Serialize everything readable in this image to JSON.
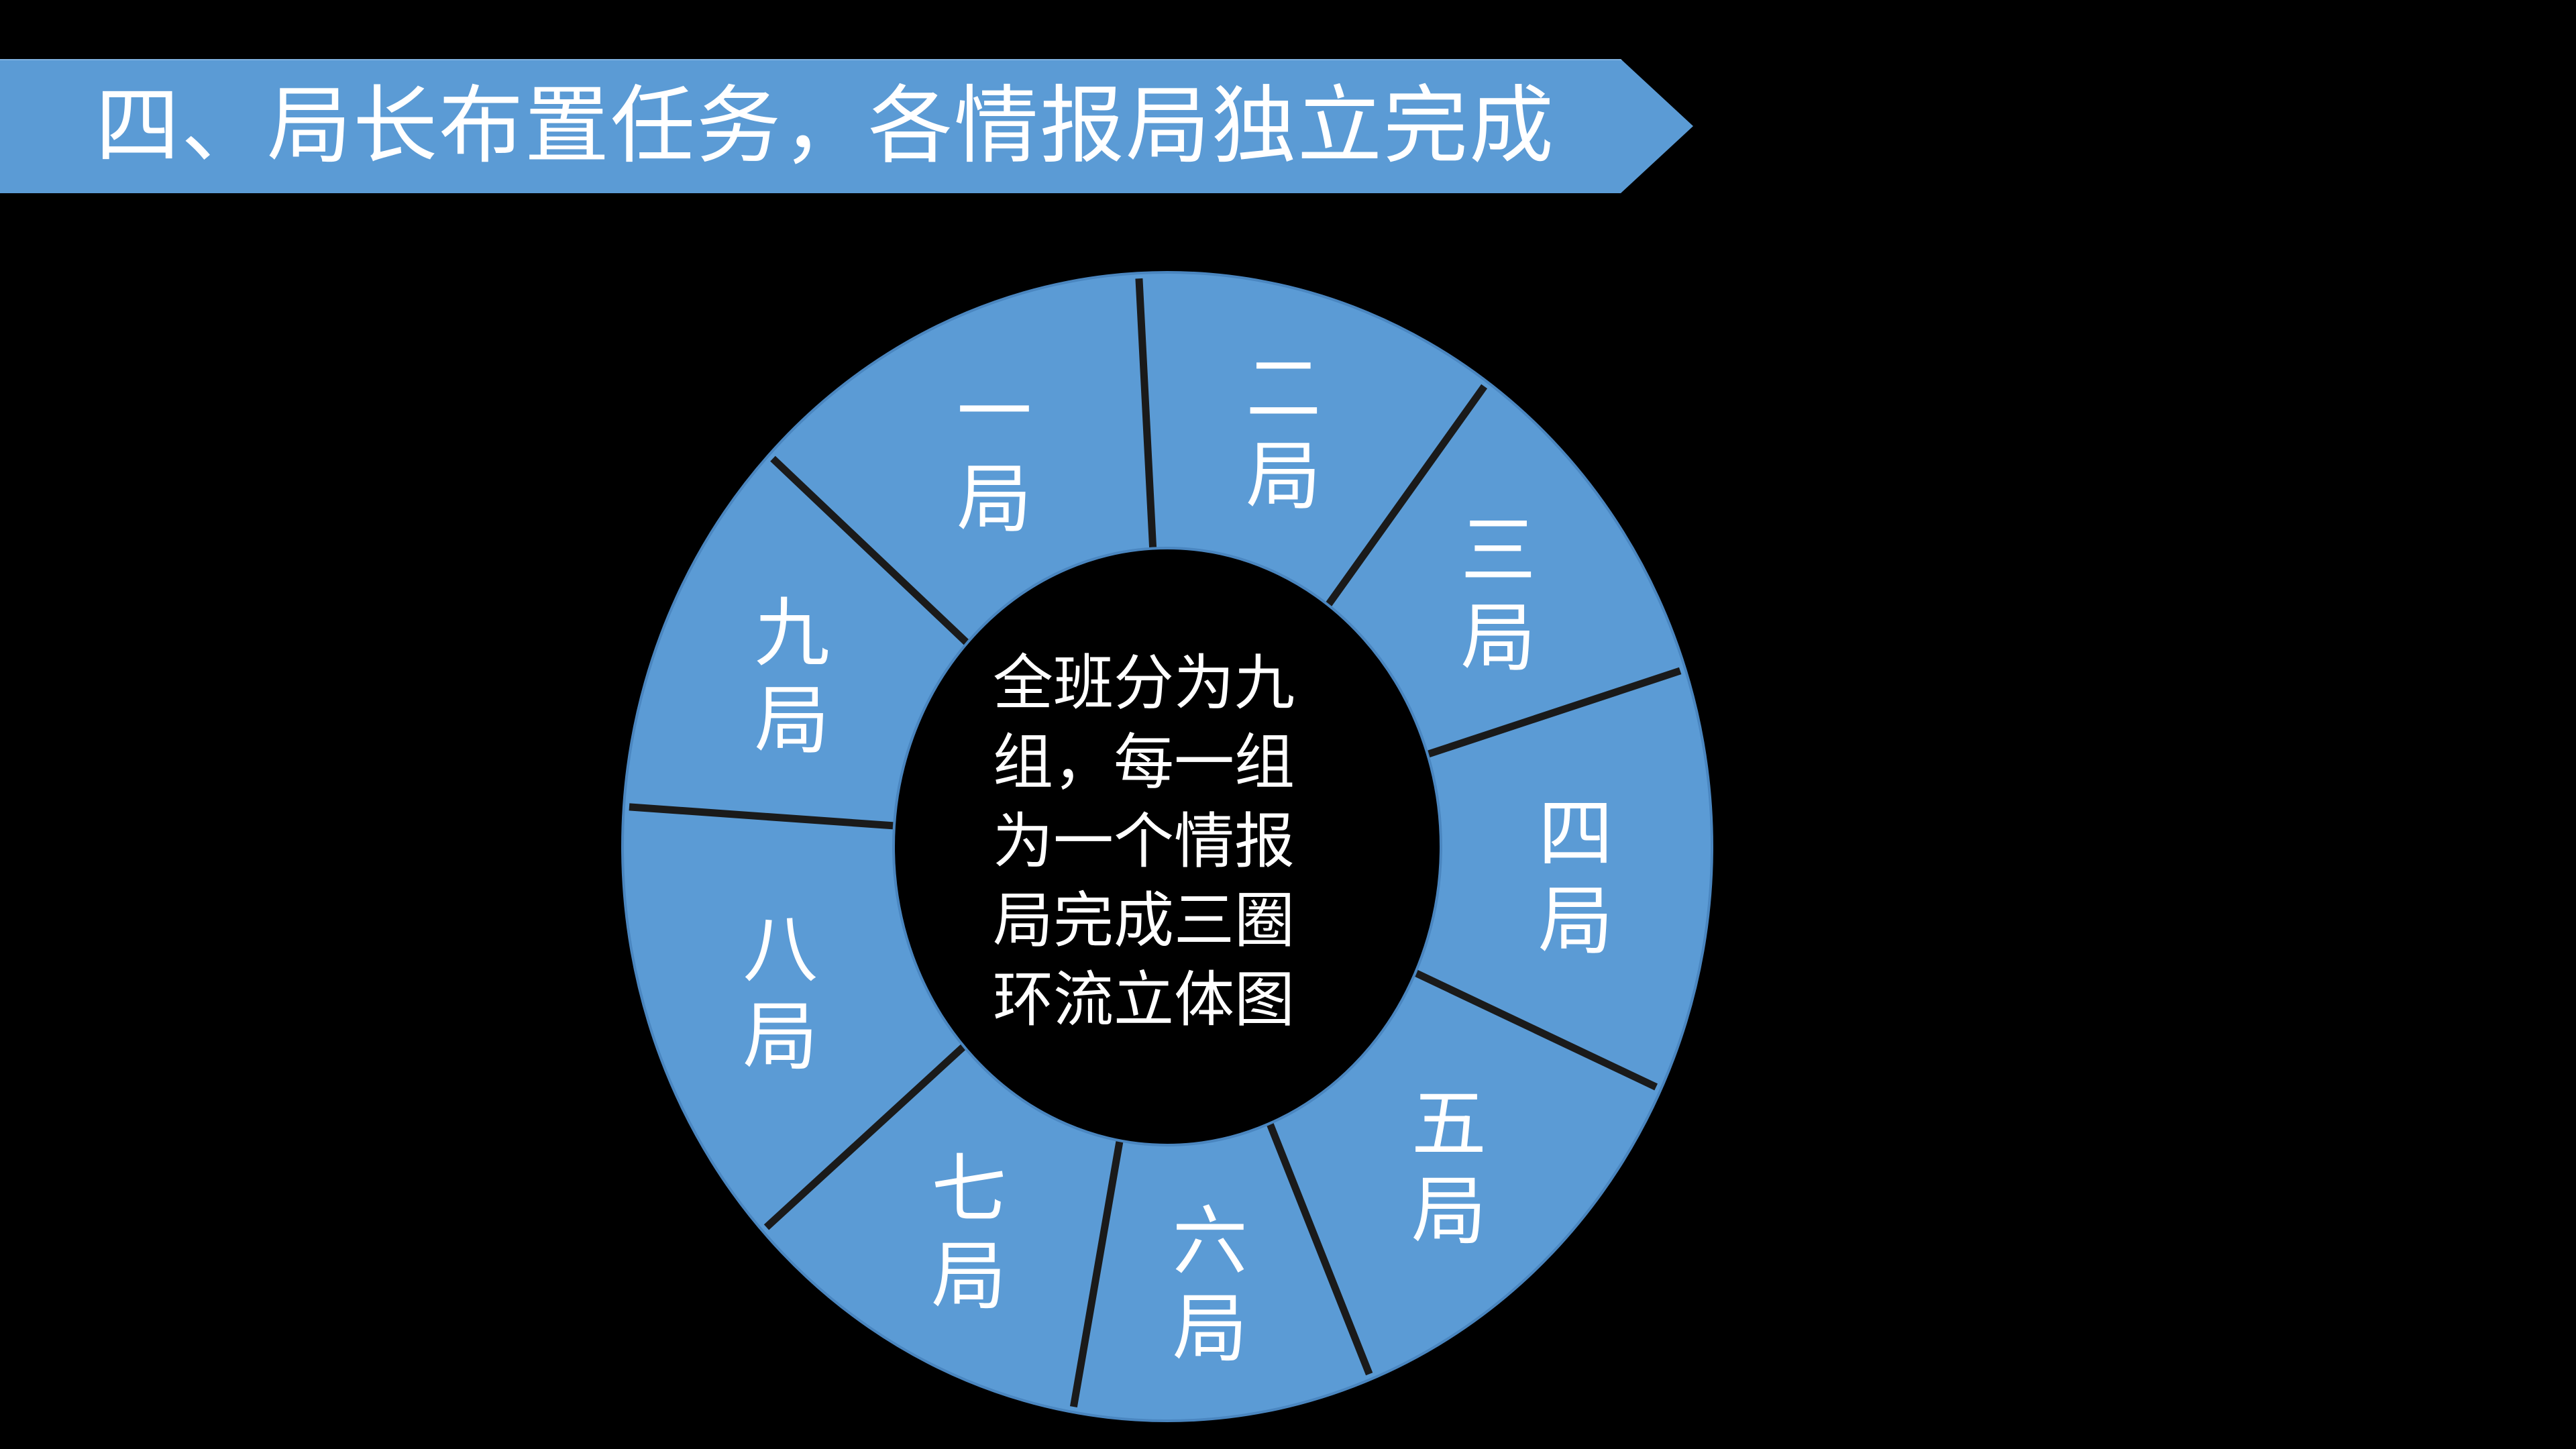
{
  "slide": {
    "title": "四、局长布置任务，各情报局独立完成",
    "center_text": "全班分为九组，每一组为一个情报局完成三圈环流立体图",
    "colors": {
      "background": "#000000",
      "accent": "#5B9BD5",
      "divider": "#1A1A1A",
      "text": "#FFFFFF"
    }
  },
  "ring": {
    "sectors": [
      {
        "label": "一局",
        "line1": "一",
        "line2": "局"
      },
      {
        "label": "二局",
        "line1": "二",
        "line2": "局"
      },
      {
        "label": "三局",
        "line1": "三",
        "line2": "局"
      },
      {
        "label": "四局",
        "line1": "四",
        "line2": "局"
      },
      {
        "label": "五局",
        "line1": "五",
        "line2": "局"
      },
      {
        "label": "六局",
        "line1": "六",
        "line2": "局"
      },
      {
        "label": "七局",
        "line1": "七",
        "line2": "局"
      },
      {
        "label": "八局",
        "line1": "八",
        "line2": "局"
      },
      {
        "label": "九局",
        "line1": "九",
        "line2": "局"
      }
    ]
  }
}
